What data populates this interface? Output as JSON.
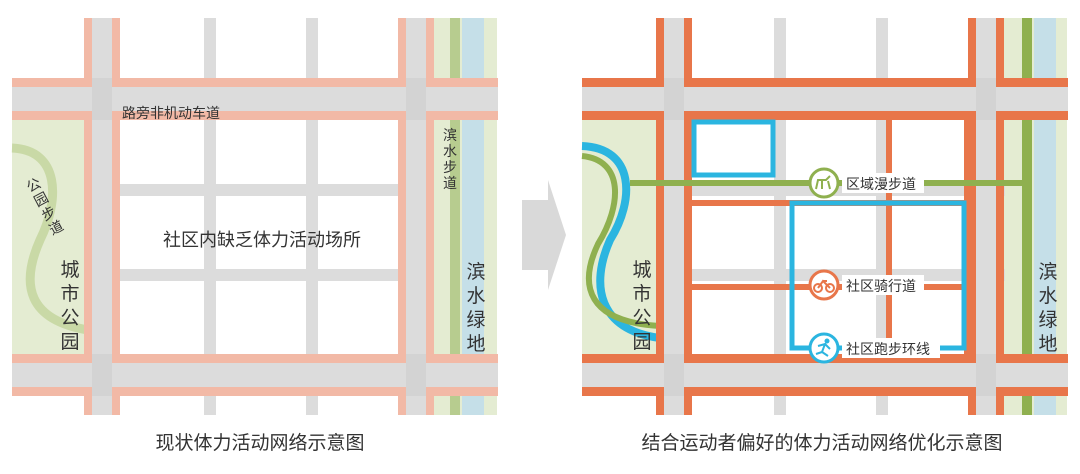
{
  "left_panel": {
    "labels": {
      "non_motor_lane": "路旁非机动车道",
      "riverside_path": [
        "滨",
        "水",
        "步",
        "道"
      ],
      "park_path": [
        "公",
        "园",
        "步",
        "道"
      ],
      "city_park": [
        "城",
        "市",
        "公",
        "园"
      ],
      "riverside_green": [
        "滨",
        "水",
        "绿",
        "地"
      ],
      "center_note": "社区内缺乏体力活动场所"
    },
    "caption": "现状体力活动网络示意图"
  },
  "right_panel": {
    "labels": {
      "city_park": [
        "城",
        "市",
        "公",
        "园"
      ],
      "riverside_green": [
        "滨",
        "水",
        "绿",
        "地"
      ]
    },
    "legend": [
      {
        "label": "区域漫步道",
        "icon": "dog-walking-icon",
        "color": "#8fb04f"
      },
      {
        "label": "社区骑行道",
        "icon": "bicycle-icon",
        "color": "#e8764a"
      },
      {
        "label": "社区跑步环线",
        "icon": "runner-icon",
        "color": "#2bb5e0"
      }
    ],
    "caption": "结合运动者偏好的体力活动网络优化示意图"
  },
  "colors": {
    "road_gray": "#dcdcdc",
    "pink_lane": "#f2b9a6",
    "orange_lane": "#e8764a",
    "green_path": "#8fb04f",
    "blue_loop": "#2bb5e0",
    "park_green": "#e4ecd2",
    "water_blue": "#c5dfe8",
    "arrow_gray": "#d9d9d9"
  }
}
